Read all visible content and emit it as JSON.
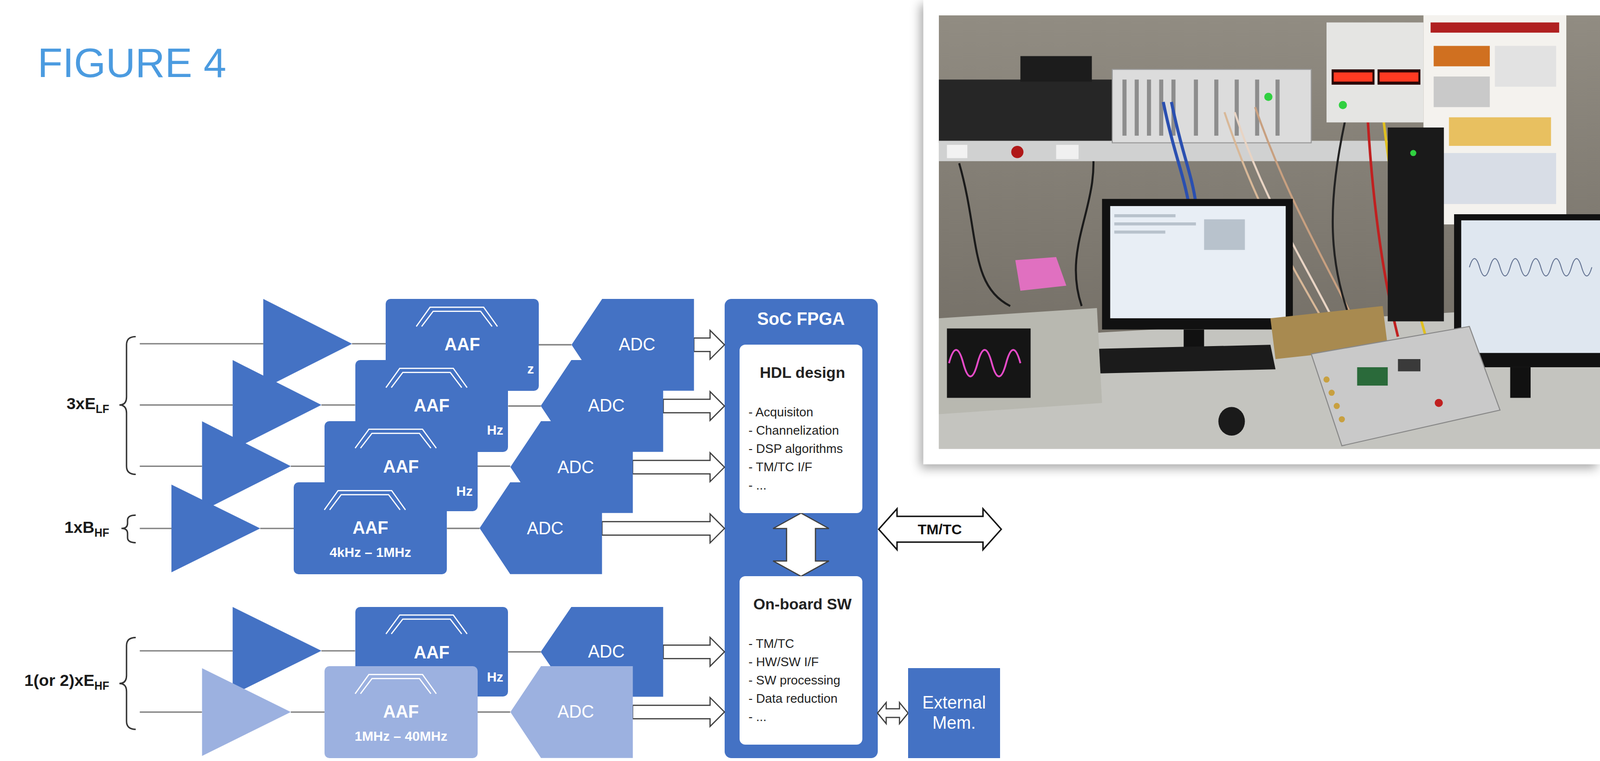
{
  "diagram": {
    "title": "FIGURE 4",
    "nodes": [
      {
        "text": [
          "AAF",
          "z"
        ]
      },
      {
        "text": [
          "ADC"
        ]
      },
      {
        "text": [
          "AAF",
          "Hz"
        ]
      },
      {
        "text": [
          "ADC"
        ]
      },
      {
        "text": [
          "AAF",
          "Hz"
        ]
      },
      {
        "text": [
          "ADC"
        ]
      },
      {
        "text": [
          "AAF",
          "4kHz – 1MHz"
        ]
      },
      {
        "text": [
          "ADC"
        ]
      },
      {
        "text": [
          "AAF",
          "Hz"
        ]
      },
      {
        "text": [
          "ADC"
        ]
      },
      {
        "text": [
          "AAF",
          "1MHz – 40MHz"
        ]
      },
      {
        "text": [
          "ADC"
        ]
      },
      {
        "text": [
          "SoC FPGA"
        ]
      },
      {
        "text": [
          "HDL design",
          "- Acquisiton",
          "- Channelization",
          "- DSP algorithms",
          "- TM/TC I/F",
          "- ..."
        ],
        "in": 12
      },
      {
        "text": [
          "On-board SW",
          "- TM/TC",
          "- HW/SW I/F",
          "- SW processing",
          "- Data reduction",
          "- ..."
        ],
        "in": 12
      },
      {
        "text": [
          "TM/TC"
        ]
      },
      {
        "text": [
          "External Mem."
        ]
      }
    ],
    "edges": [
      {
        "from": 0,
        "to": 1,
        "arrow": "none"
      },
      {
        "from": 1,
        "to": 12,
        "arrow": "to"
      },
      {
        "from": 2,
        "to": 3,
        "arrow": "none"
      },
      {
        "from": 3,
        "to": 12,
        "arrow": "to"
      },
      {
        "from": 4,
        "to": 5,
        "arrow": "none"
      },
      {
        "from": 5,
        "to": 12,
        "arrow": "to"
      },
      {
        "from": 6,
        "to": 7,
        "arrow": "none"
      },
      {
        "from": 7,
        "to": 12,
        "arrow": "to"
      },
      {
        "from": 8,
        "to": 9,
        "arrow": "none"
      },
      {
        "from": 9,
        "to": 12,
        "arrow": "to"
      },
      {
        "from": 10,
        "to": 11,
        "arrow": "none"
      },
      {
        "from": 11,
        "to": 12,
        "arrow": "to"
      },
      {
        "from": 13,
        "to": 14,
        "arrow": "both"
      },
      {
        "from": 12,
        "to": 16,
        "arrow": "both"
      }
    ],
    "labels": [
      "3xE",
      "LF",
      "1xB",
      "HF",
      "1(or 2)xE",
      "HF"
    ]
  }
}
